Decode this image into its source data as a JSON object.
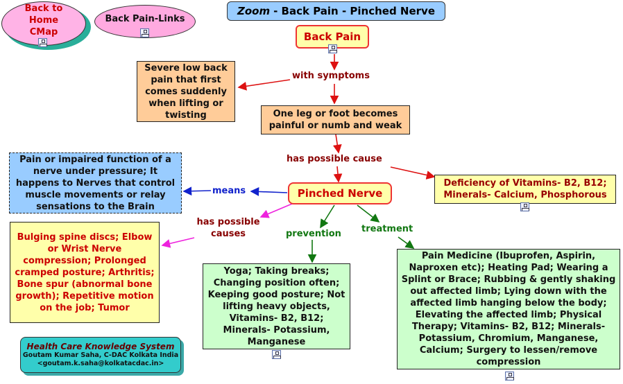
{
  "title": {
    "zoom": "Zoom",
    "rest": "- Back Pain - Pinched Nerve"
  },
  "nav": {
    "back_home": "Back to Home CMap",
    "back_links": "Back Pain-Links"
  },
  "nodes": {
    "back_pain": "Back Pain",
    "severe": "Severe low back pain that first comes suddenly when lifting or twisting",
    "one_leg": "One leg or foot becomes painful or numb and weak",
    "pinched": "Pinched Nerve",
    "meaning": "Pain or impaired function of a nerve under pressure; It happens to Nerves that control muscle movements or relay sensations to the Brain",
    "deficiency": "Deficiency of Vitamins- B2, B12; Minerals- Calcium, Phosphorous",
    "causes": "Bulging spine discs; Elbow or Wrist Nerve compression; Prolonged cramped posture; Arthritis; Bone spur (abnormal bone growth); Repetitive motion on the job; Tumor",
    "prevention": "Yoga; Taking breaks; Changing position often; Keeping good posture; Not lifting heavy objects, Vitamins- B2, B12; Minerals- Potassium, Manganese",
    "treatment": "Pain Medicine (Ibuprofen, Aspirin, Naproxen etc); Heating Pad; Wearing a Splint or Brace; Rubbing & gently shaking out affected limb; Lying down with the affected limb hanging below the body; Elevating the affected limb; Physical Therapy; Vitamins- B2, B12; Minerals-Potassium, Chromium, Manganese, Calcium; Surgery to lessen/remove compression"
  },
  "links": {
    "with_symptoms": "with symptoms",
    "has_possible_cause": "has possible cause",
    "means": "means",
    "has_possible_causes": "has possible causes",
    "prevention": "prevention",
    "treatment": "treatment"
  },
  "footer": {
    "system": "Health Care Knowledge System",
    "author": "Goutam Kumar Saha, C-DAC Kolkata India",
    "email": "<goutam.k.saha@kolkatacdac.in>"
  },
  "colors": {
    "red_arrow": "#dd1111",
    "blue_arrow": "#1122cc",
    "magenta_arrow": "#ee22dd",
    "green_arrow": "#117711",
    "dark_red_text": "#880000",
    "green_text": "#117711"
  }
}
